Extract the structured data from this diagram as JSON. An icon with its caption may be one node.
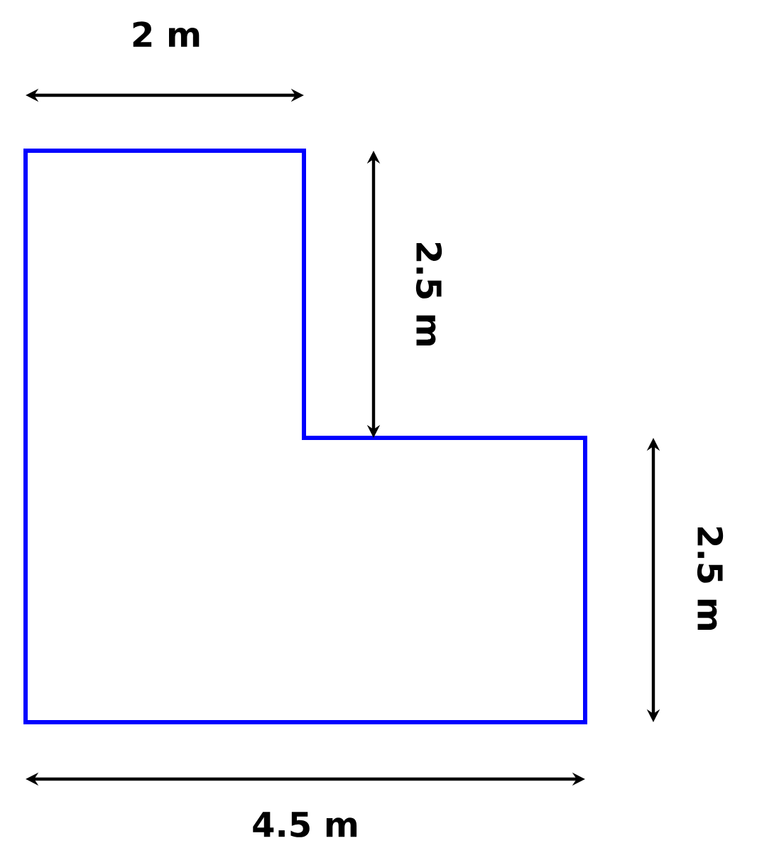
{
  "diagram": {
    "labels": [
      "2 m",
      "2.5 m",
      "2.5 m",
      "4.5 m"
    ]
  }
}
